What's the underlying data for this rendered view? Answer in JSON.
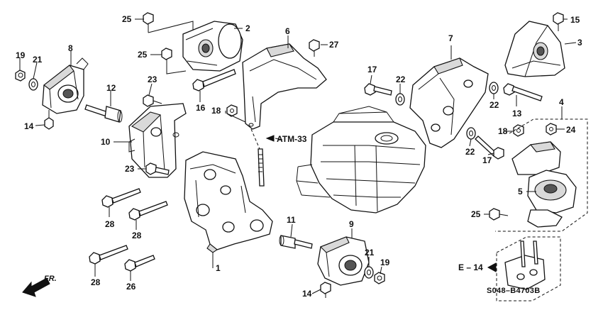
{
  "labels": {
    "p1": "1",
    "p2": "2",
    "p3": "3",
    "p4": "4",
    "p5": "5",
    "p6": "6",
    "p7": "7",
    "p8": "8",
    "p9": "9",
    "p10": "10",
    "p11": "11",
    "p12": "12",
    "p13": "13",
    "p14a": "14",
    "p14b": "14",
    "p15": "15",
    "p16": "16",
    "p17a": "17",
    "p17b": "17",
    "p18a": "18",
    "p18b": "18",
    "p19a": "19",
    "p19b": "19",
    "p21a": "21",
    "p21b": "21",
    "p22a": "22",
    "p22b": "22",
    "p22c": "22",
    "p23a": "23",
    "p23b": "23",
    "p24": "24",
    "p25a": "25",
    "p25b": "25",
    "p25c": "25",
    "p26": "26",
    "p27": "27",
    "p28a": "28",
    "p28b": "28",
    "p28c": "28"
  },
  "refs": {
    "atm": "ATM-33",
    "e14": "E – 14"
  },
  "direction": "FR.",
  "diagram_code": "S048–B4703",
  "diagram_code_suffix": "B",
  "colors": {
    "line": "#111111",
    "background": "#ffffff",
    "shade": "#d9d9d9"
  }
}
